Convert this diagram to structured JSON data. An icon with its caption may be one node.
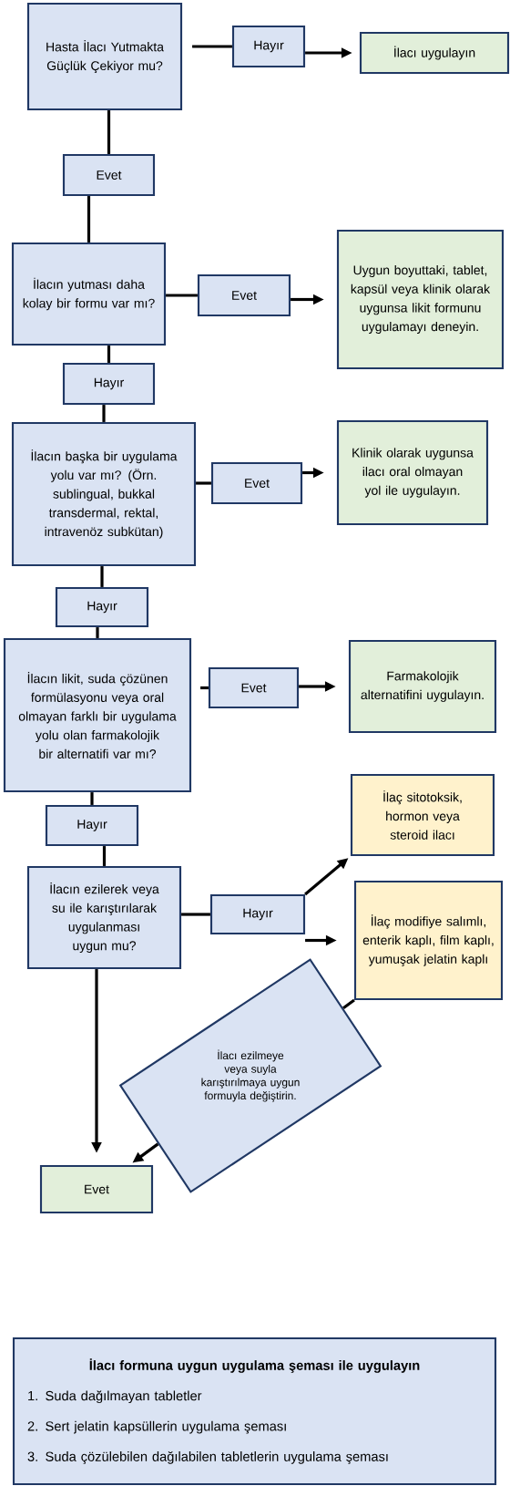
{
  "diagram": {
    "nodes": [
      {
        "text": [
          "Hasta İlacı Yutmakta Güçlük Çekiyor mu?"
        ]
      },
      {
        "text": [
          "Hayır"
        ]
      },
      {
        "text": [
          "İlacı uygulayın"
        ]
      },
      {
        "text": [
          "Evet"
        ]
      },
      {
        "text": [
          "İlacın yutması daha kolay bir formu var mı?"
        ]
      },
      {
        "text": [
          "Evet"
        ]
      },
      {
        "text": [
          "Uygun boyuttaki, tablet, kapsül veya klinik olarak uygunsa likit formunu uygulamayı deneyin."
        ]
      },
      {
        "text": [
          "Hayır"
        ]
      },
      {
        "text": [
          "İlacın başka bir uygulama yolu var mı? (Örn. sublingual, bukkal transdermal, rektal, intravenöz subkütan)"
        ]
      },
      {
        "text": [
          "Evet"
        ]
      },
      {
        "text": [
          "Klinik olarak uygunsa ilacı oral olmayan yol ile uygulayın."
        ]
      },
      {
        "text": [
          "Hayır"
        ]
      },
      {
        "text": [
          "İlacın likit, suda çözünen formülasyonu veya oral olmayan farklı bir uygulama yolu olan farmakolojik bir alternatifi var mı?"
        ]
      },
      {
        "text": [
          "Evet"
        ]
      },
      {
        "text": [
          "Farmakolojik alternatifini uygulayın."
        ]
      },
      {
        "text": [
          "Hayır"
        ]
      },
      {
        "text": [
          "İlaç sitotoksik, hormon veya steroid ilacı"
        ]
      },
      {
        "text": [
          "İlacın ezilerek veya su ile karıştırılarak uygulanması uygun mu?"
        ]
      },
      {
        "text": [
          "Hayır"
        ]
      },
      {
        "text": [
          "İlaç modifiye salımlı, enterik kaplı, film kaplı, yumuşak jelatin kaplı"
        ]
      },
      {
        "text": [
          "İlacı ezilmeye veya suyla karıştırılmaya uygun formuyla değiştirin."
        ]
      },
      {
        "text": [
          "Evet"
        ]
      },
      {
        "text": [
          "İlacı formuna uygun uygulama şeması ile uygulayın",
          "1. Suda dağılmayan tabletler",
          "2. Sert jelatin kapsüllerin uygulama şeması",
          "3. Suda çözülebilen dağılabilen tabletlerin uygulama şeması"
        ]
      }
    ],
    "edges": [
      {
        "from": 0,
        "to": 1,
        "arrow": "none"
      },
      {
        "from": 1,
        "to": 2,
        "arrow": "to"
      },
      {
        "from": 0,
        "to": 3,
        "arrow": "none"
      },
      {
        "from": 3,
        "to": 4,
        "arrow": "none"
      },
      {
        "from": 4,
        "to": 5,
        "arrow": "none"
      },
      {
        "from": 5,
        "to": 6,
        "arrow": "to"
      },
      {
        "from": 4,
        "to": 7,
        "arrow": "none"
      },
      {
        "from": 7,
        "to": 8,
        "arrow": "none"
      },
      {
        "from": 8,
        "to": 9,
        "arrow": "none"
      },
      {
        "from": 9,
        "to": 10,
        "arrow": "to"
      },
      {
        "from": 8,
        "to": 11,
        "arrow": "none"
      },
      {
        "from": 11,
        "to": 12,
        "arrow": "none"
      },
      {
        "from": 12,
        "to": 13,
        "arrow": "none"
      },
      {
        "from": 13,
        "to": 14,
        "arrow": "to"
      },
      {
        "from": 12,
        "to": 15,
        "arrow": "none"
      },
      {
        "from": 15,
        "to": 17,
        "arrow": "none"
      },
      {
        "from": 17,
        "to": 18,
        "arrow": "none"
      },
      {
        "from": 18,
        "to": 16,
        "arrow": "to"
      },
      {
        "from": 18,
        "to": 19,
        "arrow": "to"
      },
      {
        "from": 19,
        "to": 20,
        "arrow": "none"
      },
      {
        "from": 20,
        "to": 21,
        "arrow": "to"
      },
      {
        "from": 17,
        "to": 21,
        "arrow": "to"
      }
    ]
  }
}
